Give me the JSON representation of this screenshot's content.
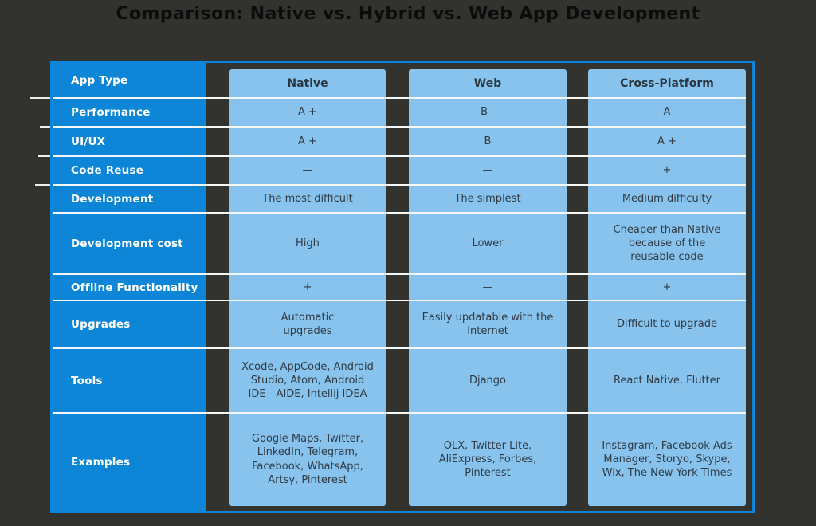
{
  "title": "Comparison: Native vs. Hybrid vs. Web App Development",
  "colors": {
    "background": "#32322f",
    "accent_blue": "#0e86d8",
    "light_blue": "#87c3ec",
    "frame_border": "#0c85da",
    "separator_white": "#f7f7f7",
    "label_text": "#ffffff",
    "cell_text": "#313a44",
    "title_text": "#0c0c0c"
  },
  "chart_data": {
    "type": "table",
    "title": "Comparison: Native vs. Hybrid vs. Web App Development",
    "columns": [
      "App Type",
      "Native",
      "Web",
      "Cross-Platform"
    ],
    "rows": [
      [
        "Performance",
        "A +",
        "B -",
        "A"
      ],
      [
        "UI/UX",
        "A +",
        "B",
        "A +"
      ],
      [
        "Code Reuse",
        "—",
        "—",
        "+"
      ],
      [
        "Development",
        "The most difficult",
        "The simplest",
        "Medium difficulty"
      ],
      [
        "Development cost",
        "High",
        "Lower",
        "Cheaper than Native because of the reusable code"
      ],
      [
        "Offline Functionality",
        "+",
        "—",
        "+"
      ],
      [
        "Upgrades",
        "Automatic upgrades",
        "Easily updatable with the Internet",
        "Difficult to upgrade"
      ],
      [
        "Tools",
        "Xcode, AppCode, Android Studio, Atom, Android IDE - AIDE, Intellij IDEA",
        "Django",
        "React Native, Flutter"
      ],
      [
        "Examples",
        "Google Maps, Twitter, LinkedIn, Telegram, Facebook, WhatsApp, Artsy, Pinterest",
        "OLX, Twitter Lite, AliExpress, Forbes, Pinterest",
        "Instagram, Facebook Ads Manager, Storyo, Skype, Wix, The New York Times"
      ]
    ]
  },
  "table": {
    "rows": [
      {
        "label": "App Type",
        "native": "Native",
        "web": "Web",
        "cross": "Cross-Platform"
      },
      {
        "label": "Performance",
        "native": "A +",
        "web": "B -",
        "cross": "A"
      },
      {
        "label": "UI/UX",
        "native": "A +",
        "web": "B",
        "cross": "A +"
      },
      {
        "label": "Code Reuse",
        "native": "—",
        "web": "—",
        "cross": "+"
      },
      {
        "label": "Development",
        "native": "The most difficult",
        "web": "The simplest",
        "cross": "Medium difficulty"
      },
      {
        "label": "Development cost",
        "native": "High",
        "web": "Lower",
        "cross": "Cheaper than Native because of the reusable code"
      },
      {
        "label": "Offline Functionality",
        "native": "+",
        "web": "—",
        "cross": "+"
      },
      {
        "label": "Upgrades",
        "native": "Automatic upgrades",
        "web": "Easily updatable with the Internet",
        "cross": "Difficult to upgrade"
      },
      {
        "label": "Tools",
        "native": "Xcode, AppCode, Android Studio, Atom, Android IDE - AIDE, Intellij IDEA",
        "web": "Django",
        "cross": "React Native, Flutter"
      },
      {
        "label": "Examples",
        "native": "Google Maps, Twitter, LinkedIn, Telegram, Facebook, WhatsApp, Artsy, Pinterest",
        "web": "OLX, Twitter Lite, AliExpress, Forbes, Pinterest",
        "cross": "Instagram, Facebook Ads Manager, Storyo, Skype, Wix, The New York Times"
      }
    ]
  }
}
